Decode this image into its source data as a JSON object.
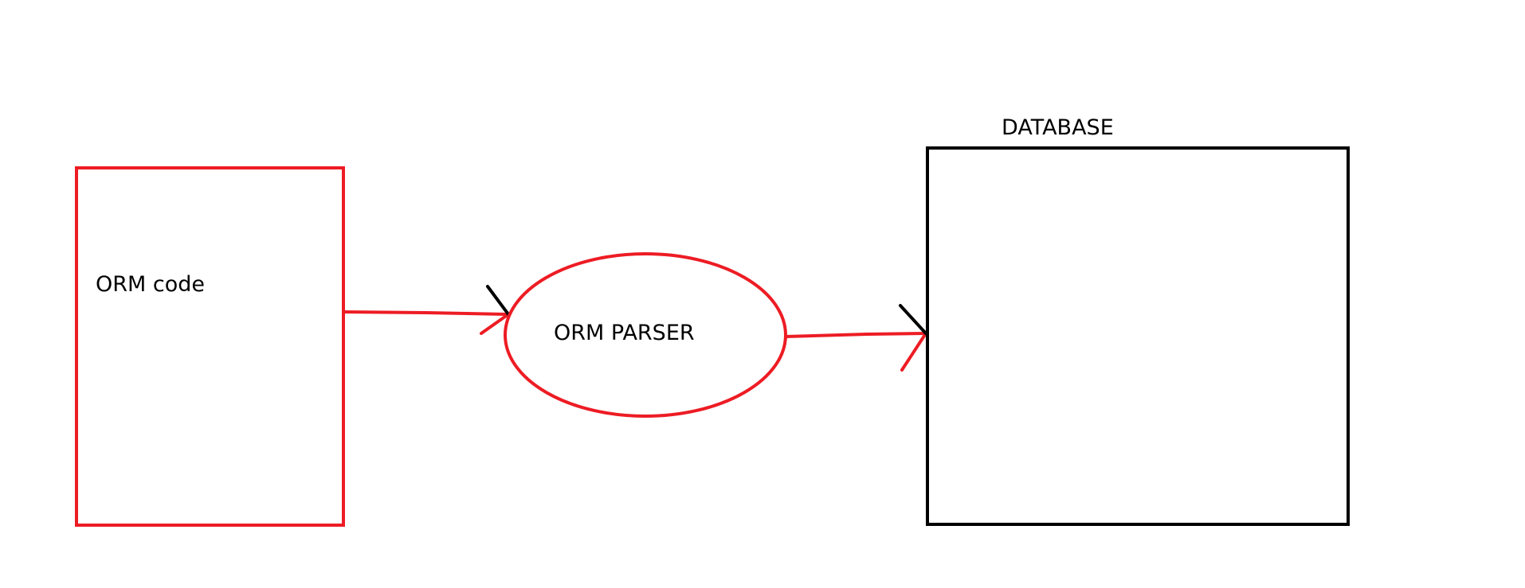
{
  "diagram": {
    "orm_code": {
      "label": "ORM code"
    },
    "orm_parser": {
      "label": "ORM PARSER"
    },
    "database": {
      "label": "DATABASE"
    }
  },
  "colors": {
    "background": "#ffffff",
    "red": "#ed1c24",
    "black": "#000000"
  }
}
